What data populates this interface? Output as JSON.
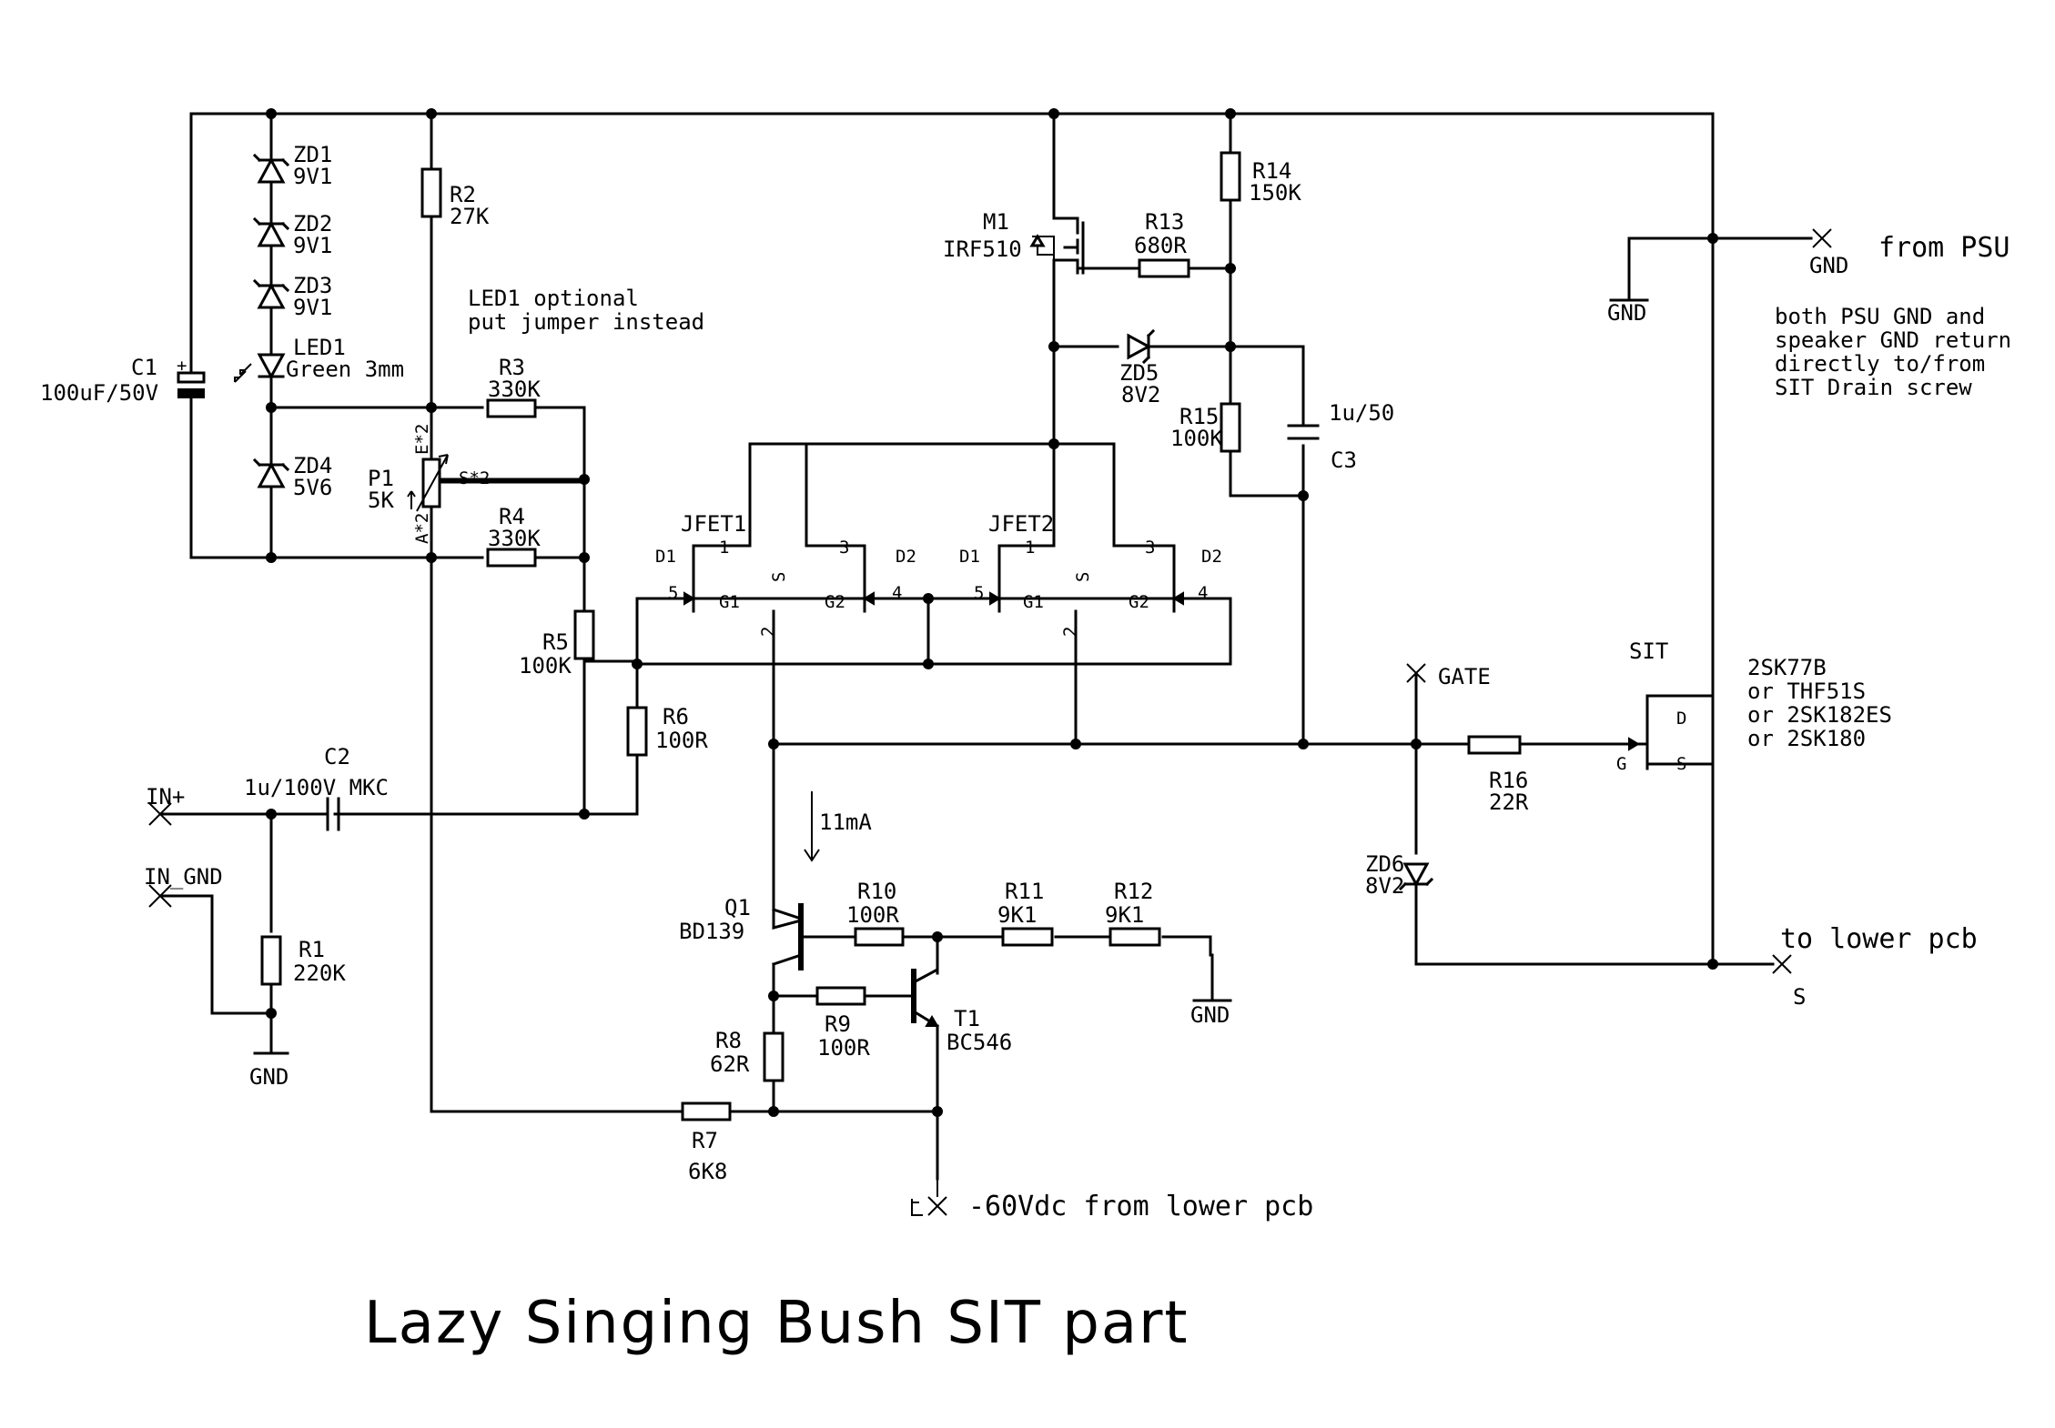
{
  "title": "Lazy Singing Bush SIT part",
  "notes": {
    "led_optional_1": "LED1 optional",
    "led_optional_2": "put jumper instead",
    "gnd_note_1": "both PSU GND and",
    "gnd_note_2": "speaker GND return",
    "gnd_note_3": "directly to/from",
    "gnd_note_4": "SIT Drain screw",
    "current": "11mA"
  },
  "ports": {
    "from_psu": "from PSU",
    "to_lower_pcb": "to lower pcb",
    "neg60": "-60Vdc from lower pcb",
    "in_plus": "IN+",
    "in_gnd": "IN_GND",
    "gate": "GATE",
    "gnd": "GND",
    "s": "S"
  },
  "components": {
    "zd1": {
      "ref": "ZD1",
      "val": "9V1"
    },
    "zd2": {
      "ref": "ZD2",
      "val": "9V1"
    },
    "zd3": {
      "ref": "ZD3",
      "val": "9V1"
    },
    "led1": {
      "ref": "LED1",
      "val": "Green 3mm"
    },
    "zd4": {
      "ref": "ZD4",
      "val": "5V6"
    },
    "c1": {
      "ref": "C1",
      "val": "100uF/50V"
    },
    "r2": {
      "ref": "R2",
      "val": "27K"
    },
    "r3": {
      "ref": "R3",
      "val": "330K"
    },
    "r4": {
      "ref": "R4",
      "val": "330K"
    },
    "p1": {
      "ref": "P1",
      "val": "5K",
      "e": "E*2",
      "s": "S*2",
      "a": "A*2"
    },
    "r5": {
      "ref": "R5",
      "val": "100K"
    },
    "r6": {
      "ref": "R6",
      "val": "100R"
    },
    "c2": {
      "ref": "C2",
      "val": "1u/100V MKC"
    },
    "r1": {
      "ref": "R1",
      "val": "220K"
    },
    "m1": {
      "ref": "M1",
      "val": "IRF510"
    },
    "r13": {
      "ref": "R13",
      "val": "680R"
    },
    "r14": {
      "ref": "R14",
      "val": "150K"
    },
    "zd5": {
      "ref": "ZD5",
      "val": "8V2"
    },
    "r15": {
      "ref": "R15",
      "val": "100K"
    },
    "c3": {
      "ref": "C3",
      "val": "1u/50"
    },
    "jfet1": {
      "ref": "JFET1"
    },
    "jfet2": {
      "ref": "JFET2"
    },
    "q1": {
      "ref": "Q1",
      "val": "BD139"
    },
    "r10": {
      "ref": "R10",
      "val": "100R"
    },
    "r11": {
      "ref": "R11",
      "val": "9K1"
    },
    "r12": {
      "ref": "R12",
      "val": "9K1"
    },
    "r9": {
      "ref": "R9",
      "val": "100R"
    },
    "t1": {
      "ref": "T1",
      "val": "BC546"
    },
    "r8": {
      "ref": "R8",
      "val": "62R"
    },
    "r7": {
      "ref": "R7",
      "val": "6K8"
    },
    "r16": {
      "ref": "R16",
      "val": "22R"
    },
    "zd6": {
      "ref": "ZD6",
      "val": "8V2"
    },
    "sit": {
      "ref": "SIT",
      "alt1": "2SK77B",
      "alt2": "or THF51S",
      "alt3": "or 2SK182ES",
      "alt4": "or 2SK180",
      "d": "D",
      "g": "G",
      "s": "S"
    }
  },
  "pins": {
    "d1": "D1",
    "d2": "D2",
    "s": "S",
    "g1": "G1",
    "g2": "G2",
    "n1": "1",
    "n2": "2",
    "n3": "3",
    "n4": "4",
    "n5": "5"
  }
}
